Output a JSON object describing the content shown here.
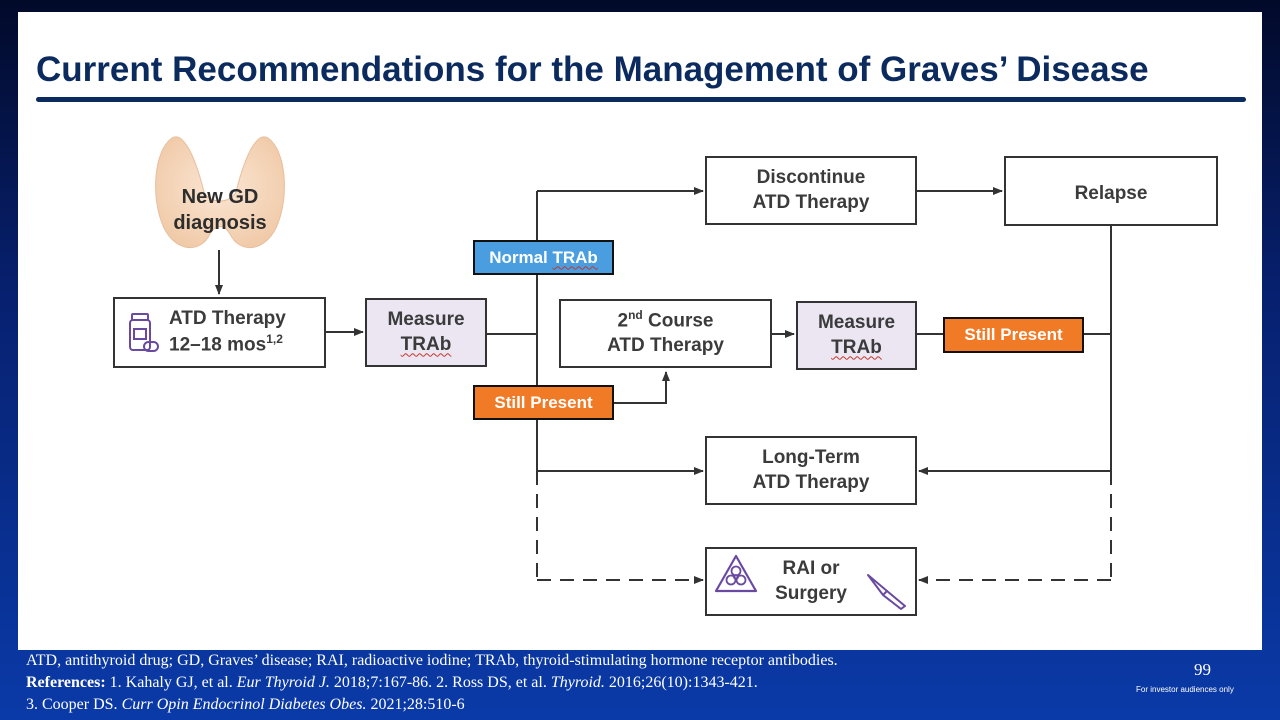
{
  "title": "Current Recommendations for the Management of Graves’ Disease",
  "diagram": {
    "new_gd": [
      "New GD",
      "diagnosis"
    ],
    "atd_therapy": {
      "line1": "ATD Therapy",
      "line2": "12–18 mos",
      "sup": "1,2"
    },
    "measure_1": [
      "Measure",
      "TRAb"
    ],
    "normal_trab": {
      "pre": "Normal ",
      "underlined": "TRAb"
    },
    "still_present_1": "Still Present",
    "discontinue": [
      "Discontinue",
      "ATD Therapy"
    ],
    "relapse": "Relapse",
    "second_course": {
      "num": "2",
      "sup": "nd",
      "rest": " Course",
      "line2": "ATD Therapy"
    },
    "measure_2": [
      "Measure",
      "TRAb"
    ],
    "still_present_2": "Still Present",
    "long_term": [
      "Long-Term",
      "ATD Therapy"
    ],
    "rai_surgery": [
      "RAI or",
      "Surgery"
    ]
  },
  "footer": {
    "abbrev": "ATD, antithyroid drug; GD, Graves’ disease; RAI, radioactive iodine; TRAb, thyroid-stimulating hormone receptor antibodies.",
    "ref_label": "References:",
    "ref1_pre": " 1. Kahaly GJ, et al. ",
    "ref1_journal": "Eur Thyroid J.",
    "ref1_post": " 2018;7:167-86. 2. Ross DS, et al. ",
    "ref2_journal": "Thyroid.",
    "ref2_post": " 2016;26(10):1343-421.",
    "ref3_pre": "3. Cooper DS. ",
    "ref3_journal": "Curr Opin Endocrinol Diabetes Obes.",
    "ref3_post": " 2021;28:510-6"
  },
  "page_number": "99",
  "investor_note": "For investor audiences only",
  "colors": {
    "title": "#0b2a5e",
    "tag_blue": "#4a9ee0",
    "tag_orange": "#f07a26",
    "measure_fill": "#ece6f2"
  },
  "icons": [
    "thyroid-gland-icon",
    "medication-icon",
    "biohazard-icon",
    "scalpel-icon"
  ]
}
